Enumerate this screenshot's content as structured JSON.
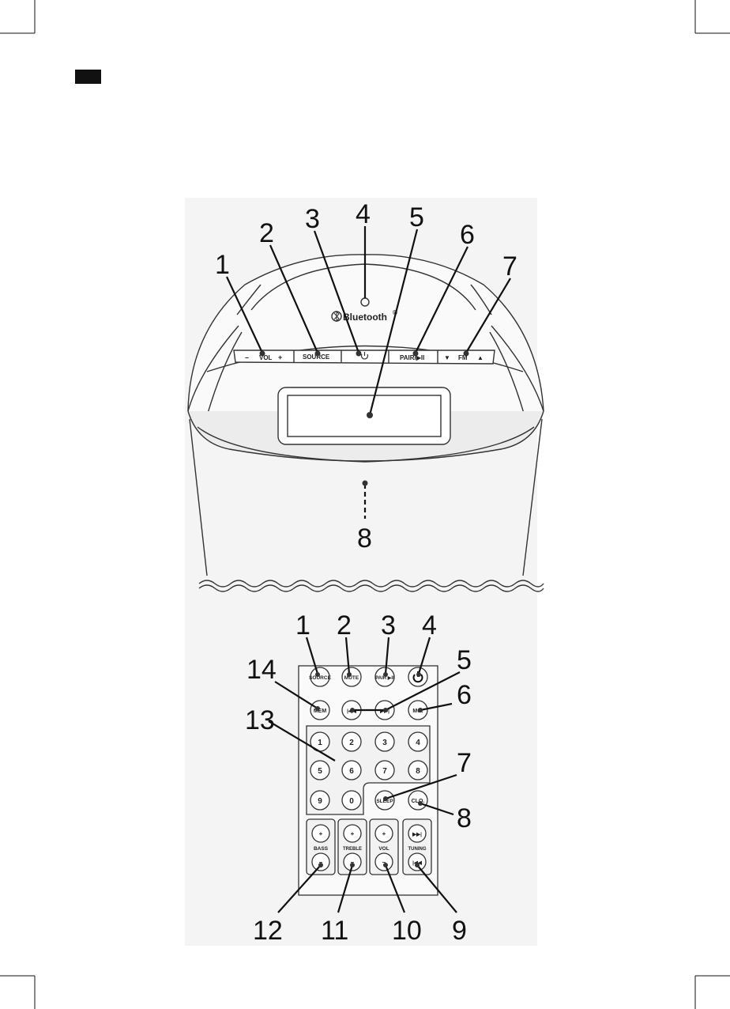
{
  "speaker": {
    "brand_label": "Bluetooth",
    "registered_mark": "®",
    "buttons": {
      "vol": {
        "minus": "–",
        "label": "VOL",
        "plus": "+"
      },
      "source": "SOURCE",
      "pair": "PAIR/▶II",
      "fm": {
        "down": "▼",
        "label": "FM",
        "up": "▲"
      }
    },
    "callouts": [
      "1",
      "2",
      "3",
      "4",
      "5",
      "6",
      "7",
      "8"
    ]
  },
  "remote": {
    "row1": [
      "SOURCE",
      "MUTE",
      "PAIR ▶II"
    ],
    "row2": [
      "MEM",
      "|◀◀",
      "▶▶|",
      "MO."
    ],
    "keypad": [
      [
        "1",
        "2",
        "3",
        "4"
      ],
      [
        "5",
        "6",
        "7",
        "8"
      ],
      [
        "9",
        "0"
      ]
    ],
    "sleep": "SLEEP",
    "clock": "CLO.",
    "rockers": [
      {
        "top": "+",
        "label": "BASS",
        "bottom": "–"
      },
      {
        "top": "+",
        "label": "TREBLE",
        "bottom": "–"
      },
      {
        "top": "+",
        "label": "VOL",
        "bottom": "–"
      },
      {
        "top": "▶▶|",
        "label": "TUNING",
        "bottom": "|◀◀"
      }
    ],
    "callouts": [
      "1",
      "2",
      "3",
      "4",
      "5",
      "6",
      "7",
      "8",
      "9",
      "10",
      "11",
      "12",
      "13",
      "14"
    ]
  },
  "colors": {
    "ink": "#111111",
    "line": "#444444",
    "panel": "#f4f4f4",
    "tab": "#111111"
  }
}
